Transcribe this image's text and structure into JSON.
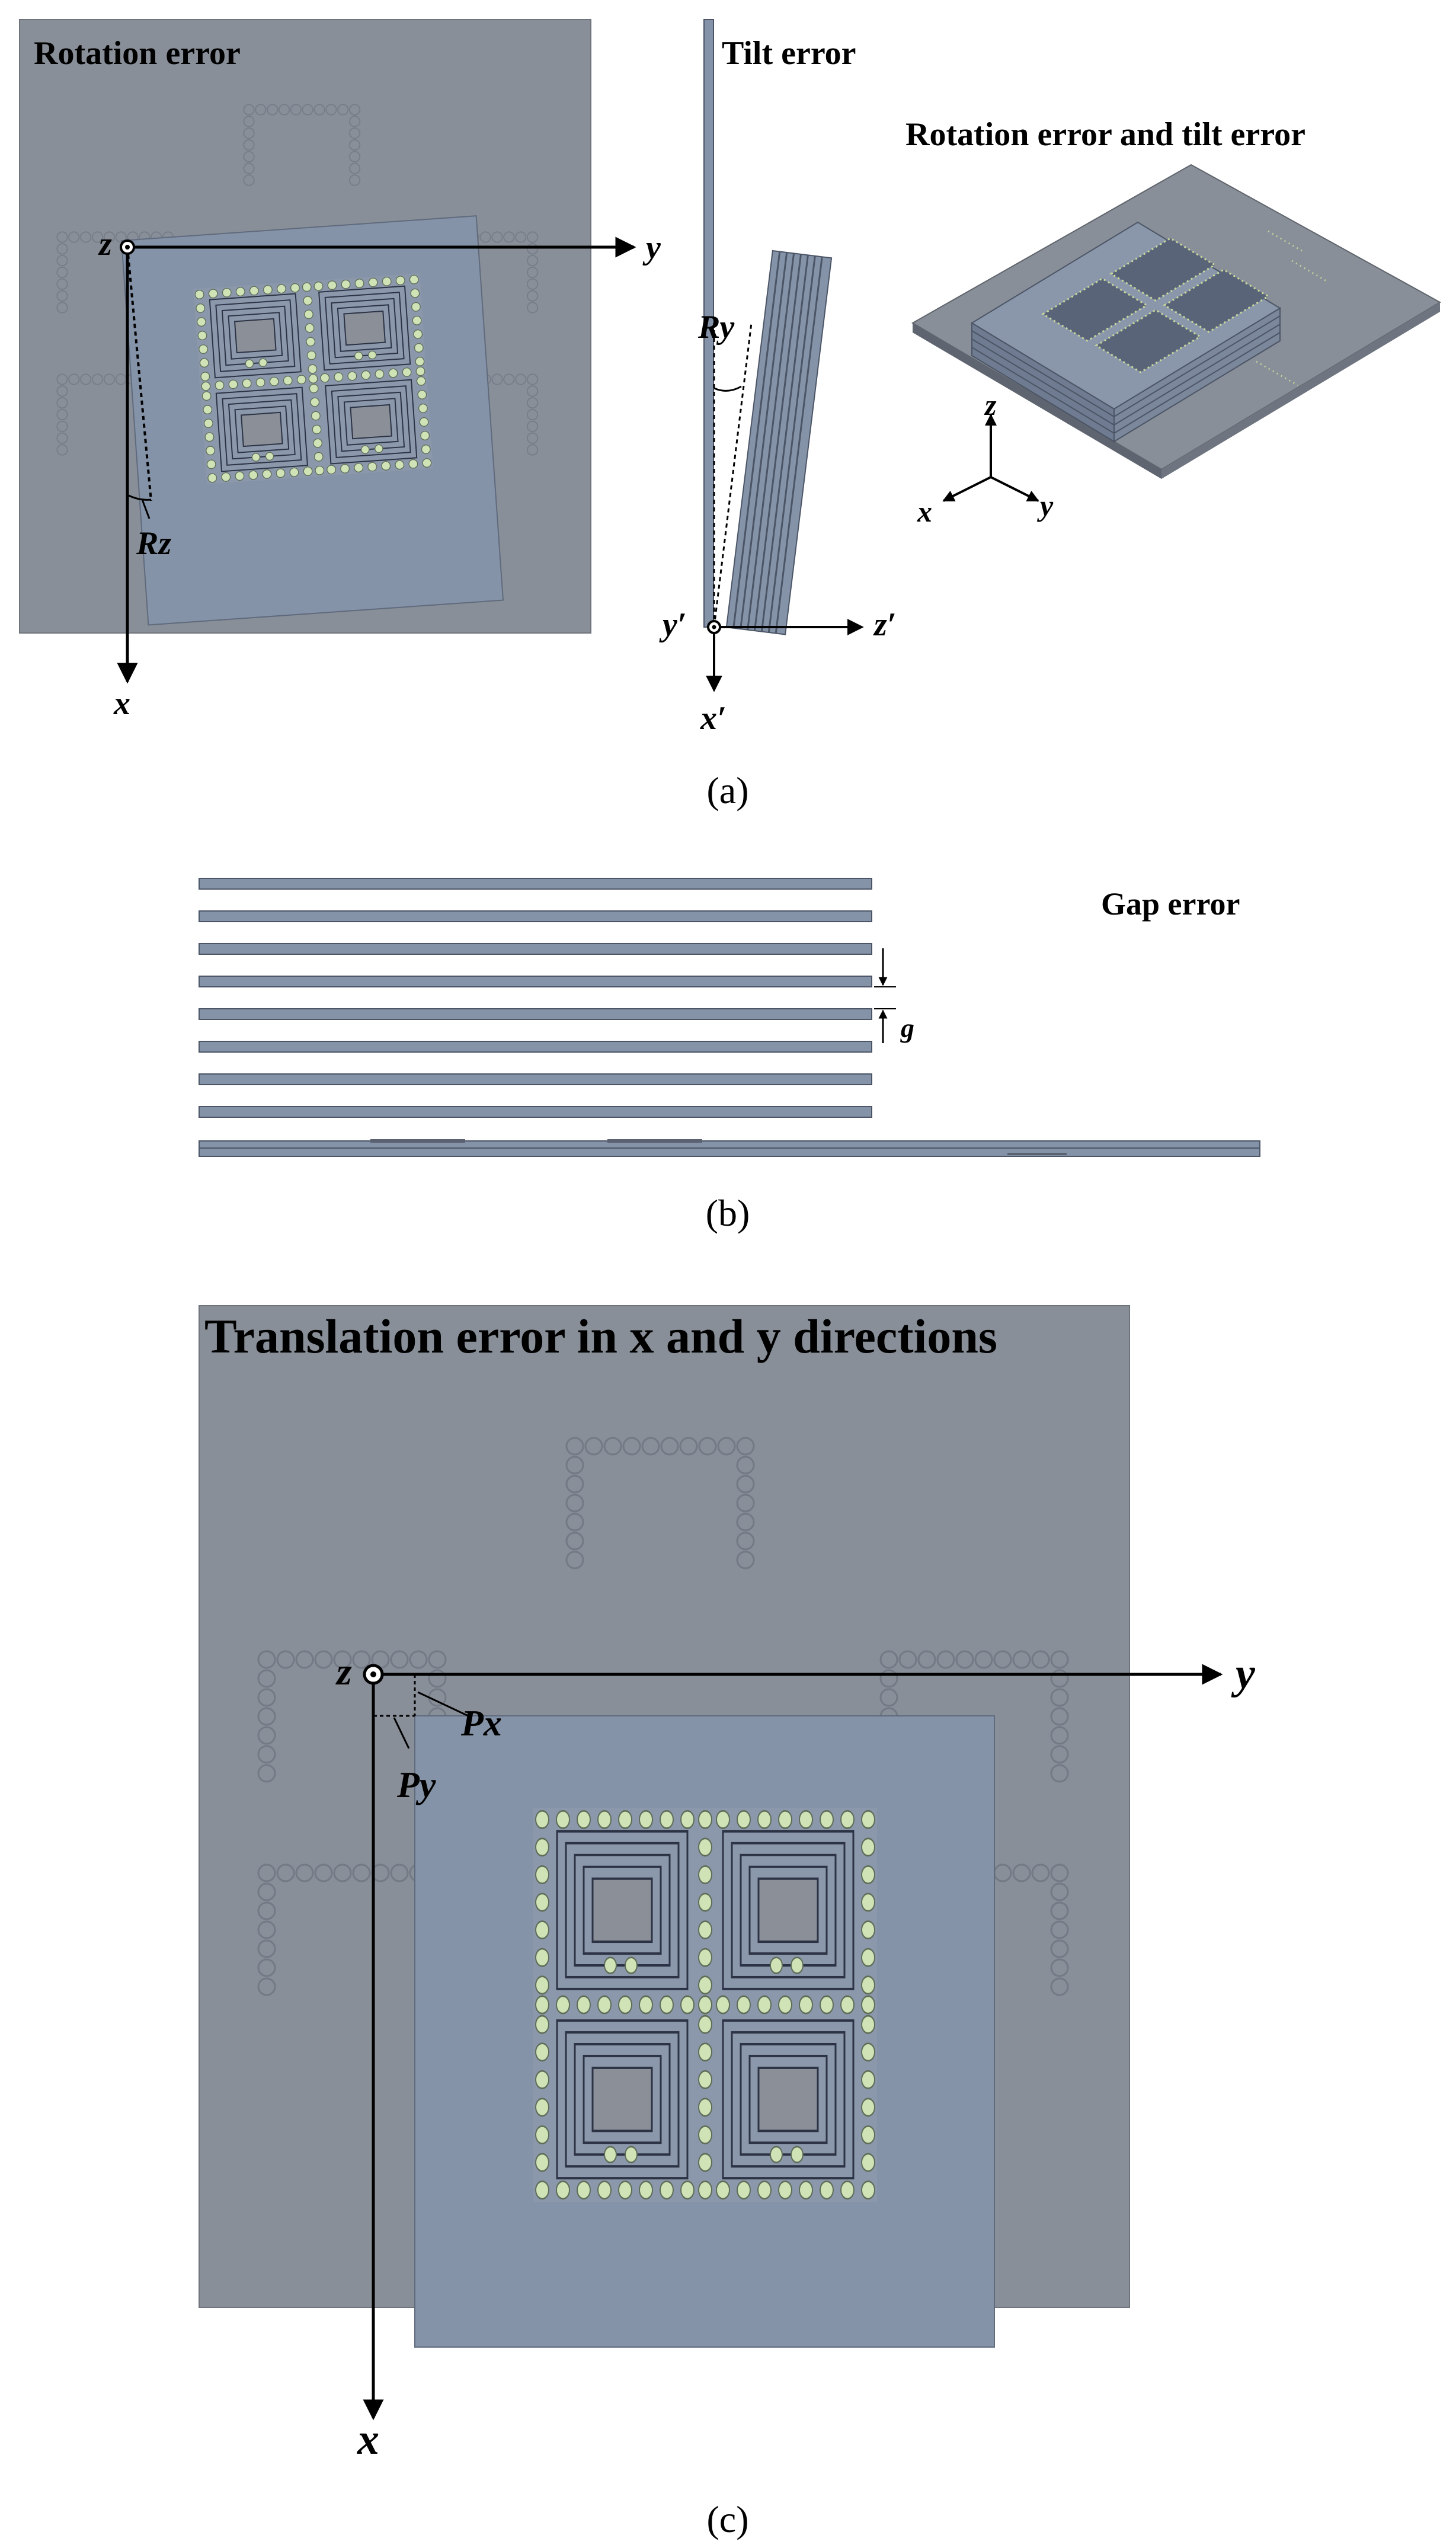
{
  "panel_a": {
    "caption": "(a)",
    "rotation": {
      "title": "Rotation error",
      "axis_z": "z",
      "axis_y": "y",
      "axis_x": "x",
      "angle_label": "Rz"
    },
    "tilt": {
      "title": "Tilt error",
      "angle_label": "Ry",
      "axis_y": "y′",
      "axis_z": "z′",
      "axis_x": "x′"
    },
    "combined": {
      "title": "Rotation error and tilt error",
      "axis_z": "z",
      "axis_x": "x",
      "axis_y": "y"
    }
  },
  "panel_b": {
    "caption": "(b)",
    "title": "Gap error",
    "gap_label": "g"
  },
  "panel_c": {
    "caption": "(c)",
    "title": "Translation error in x and y directions",
    "axis_z": "z",
    "axis_y": "y",
    "axis_x": "x",
    "offset_x_label": "Px",
    "offset_y_label": "Py"
  },
  "colors": {
    "base_plate": "#898f98",
    "coil_plate": "#8593a8",
    "pad_fill": "#cfe3b7",
    "trace": "#2c3345",
    "ghost_circle": "#737985"
  }
}
